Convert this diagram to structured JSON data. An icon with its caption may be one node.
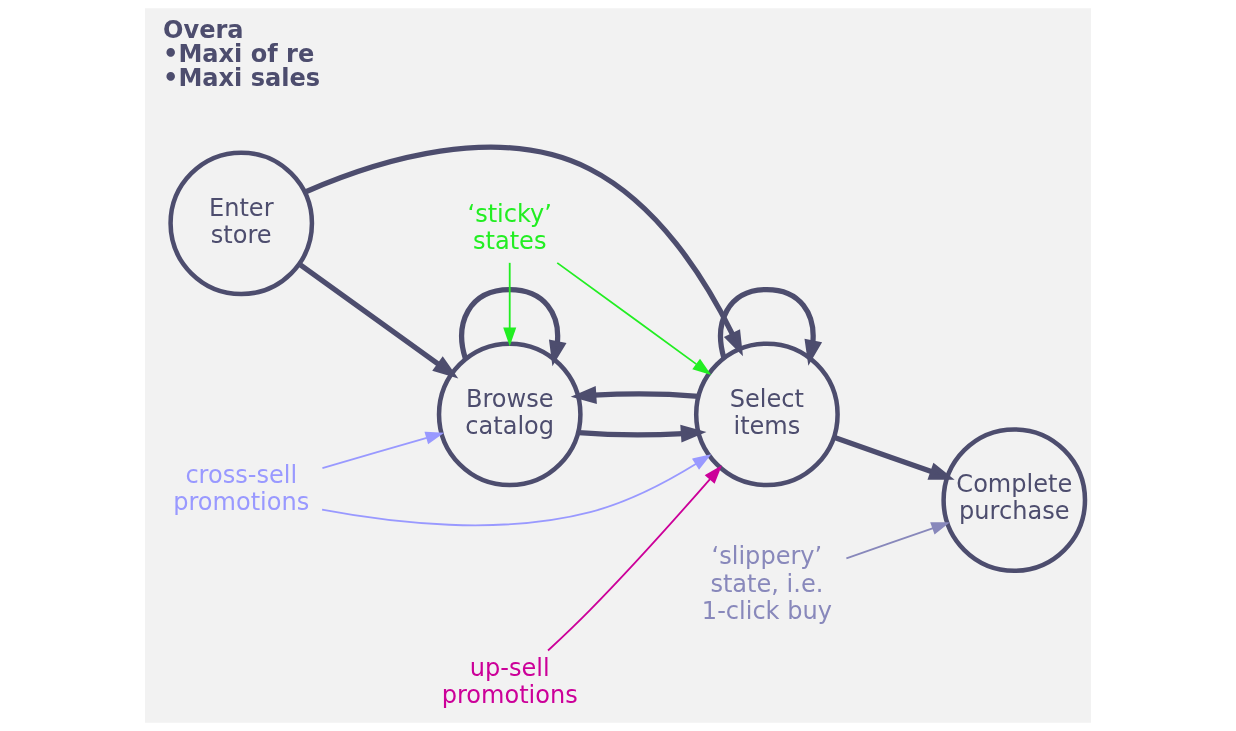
{
  "diagram": {
    "nodes": [
      {
        "text": [
          "Enter store"
        ]
      },
      {
        "text": [
          "Browse catalog"
        ]
      },
      {
        "text": [
          "Select items"
        ]
      },
      {
        "text": [
          "Complete purchase"
        ]
      },
      {
        "text": [
          "‘sticky’ states"
        ]
      },
      {
        "text": [
          "cross-sell promotions"
        ]
      },
      {
        "text": [
          "up-sell promotions"
        ]
      },
      {
        "text": [
          "‘slippery’ state, i.e. 1-click buy"
        ]
      }
    ],
    "edges": [
      {
        "from": 0,
        "to": 1,
        "arrow": "to"
      },
      {
        "from": 0,
        "to": 2,
        "arrow": "to"
      },
      {
        "from": 1,
        "to": 1,
        "arrow": "to"
      },
      {
        "from": 1,
        "to": 2,
        "arrow": "to"
      },
      {
        "from": 2,
        "to": 1,
        "arrow": "to"
      },
      {
        "from": 2,
        "to": 2,
        "arrow": "to"
      },
      {
        "from": 2,
        "to": 3,
        "arrow": "to"
      },
      {
        "from": 4,
        "to": 1,
        "arrow": "to",
        "color": "#22ee22"
      },
      {
        "from": 4,
        "to": 2,
        "arrow": "to",
        "color": "#22ee22"
      },
      {
        "from": 5,
        "to": 1,
        "arrow": "to",
        "color": "#9999ff"
      },
      {
        "from": 5,
        "to": 2,
        "arrow": "to",
        "color": "#9999ff"
      },
      {
        "from": 6,
        "to": 2,
        "arrow": "to",
        "color": "#cc0099"
      },
      {
        "from": 7,
        "to": 3,
        "arrow": "to",
        "color": "#8888bb"
      }
    ],
    "labels": [
      "Overa",
      "•Maxi of re",
      "•Maxi sales"
    ]
  }
}
